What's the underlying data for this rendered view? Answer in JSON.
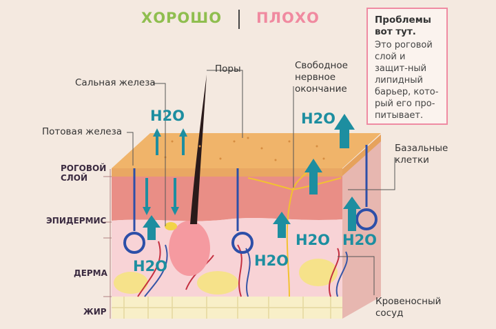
{
  "header": {
    "good": "ХОРОШО",
    "bad": "ПЛОХО"
  },
  "note": {
    "title": "Проблемы вот тут.",
    "text": "Это роговой слой и защит-ный липидный барьер, кото-рый его про-питывает."
  },
  "labels": {
    "pores": "Поры",
    "sebaceous_gland": "Сальная железа",
    "nerve_line1": "Свободное",
    "nerve_line2": "нервное",
    "nerve_line3": "окончание",
    "sweat_gland": "Потовая железа",
    "basal_line1": "Базальные",
    "basal_line2": "клетки",
    "vessel_line1": "Кровеносный",
    "vessel_line2": "сосуд"
  },
  "layers": {
    "stratum_line1": "РОГОВОЙ",
    "stratum_line2": "СЛОЙ",
    "epidermis": "ЭПИДЕРМИС",
    "dermis": "ДЕРМА",
    "fat": "ЖИР"
  },
  "water": {
    "label": "H2O"
  },
  "colors": {
    "good": "#8fbe4f",
    "bad": "#f08aa0",
    "arrow": "#1d8ea0",
    "stratum": "#f0b46a",
    "epidermis": "#e88c84",
    "dermis": "#f7cfd3",
    "fat": "#f8efc8"
  }
}
